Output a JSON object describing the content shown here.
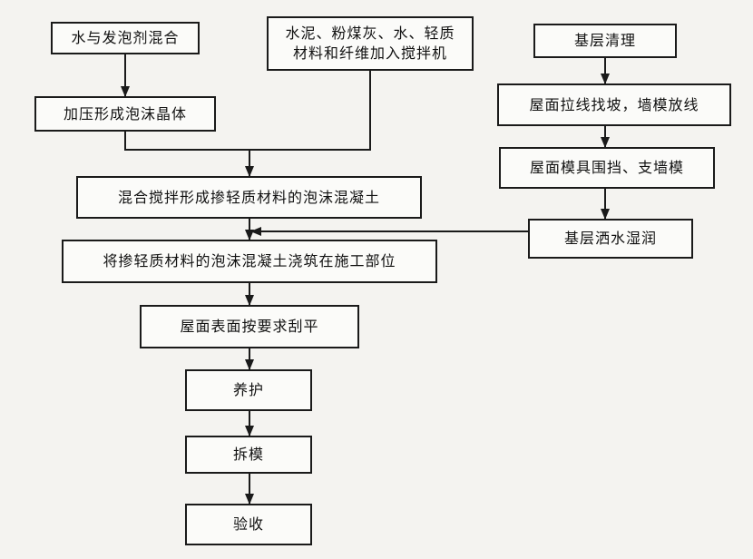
{
  "nodes": {
    "water_foam": "水与发泡剂混合",
    "pressurize": "加压形成泡沫晶体",
    "cement_line1": "水泥、粉煤灰、水、轻质",
    "cement_line2": "材料和纤维加入搅拌机",
    "mix": "混合搅拌形成掺轻质材料的泡沫混凝土",
    "pour": "将掺轻质材料的泡沫混凝土浇筑在施工部位",
    "level": "屋面表面按要求刮平",
    "cure": "养护",
    "demold": "拆模",
    "accept": "验收",
    "clean": "基层清理",
    "slope": "屋面拉线找坡，墙模放线",
    "formwork": "屋面模具围挡、支墙模",
    "wet": "基层洒水湿润"
  }
}
